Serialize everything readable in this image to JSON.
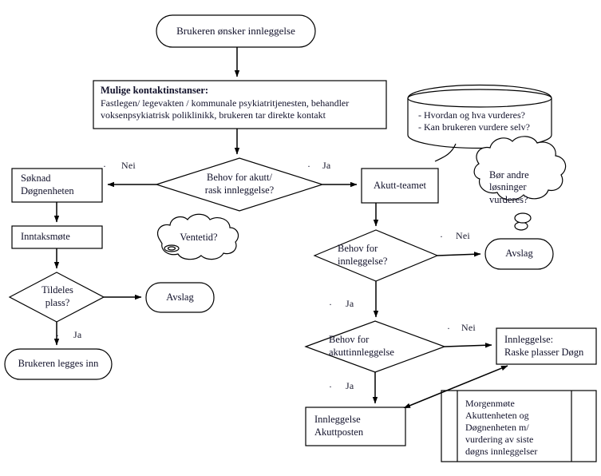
{
  "diagram": {
    "title": "Pasientforlop innleggelse flytskjema",
    "language": "no",
    "colors": {
      "stroke": "#000000",
      "fill": "#ffffff",
      "text": "#11112a"
    }
  },
  "nodes": {
    "start": {
      "name": "brukeren-onsker-innleggelse",
      "shape": "rounded-terminator",
      "text": "Brukeren ønsker innleggelse"
    },
    "kontaktinstanser": {
      "name": "mulige-kontaktinstanser",
      "shape": "rectangle",
      "heading": "Mulige kontaktinstanser:",
      "body": "Fastlegen/ legevakten / kommunale psykiatritjenesten, behandler\nvoksenpsykiatrisk poliklinikk, brukeren tar direkte kontakt"
    },
    "vurderes_callout": {
      "name": "hvordan-og-hva-vurderes-callout",
      "shape": "cylinder-callout",
      "line1": "- Hvordan og hva vurderes?",
      "line2": "- Kan brukeren vurdere selv?"
    },
    "behov_akutt": {
      "name": "behov-for-akutt-rask-innleggelse-decision",
      "shape": "diamond",
      "text": "Behov for akutt/\nrask innleggelse?"
    },
    "soknad": {
      "name": "soknad-dognenheten",
      "shape": "rectangle",
      "text": "Søknad\nDøgnenheten"
    },
    "inntaksmote": {
      "name": "inntaksmote",
      "shape": "rectangle",
      "text": "Inntaksmøte"
    },
    "ventetid": {
      "name": "ventetid-thought-cloud",
      "shape": "cloud",
      "text": "Ventetid?"
    },
    "tildeles_plass": {
      "name": "tildeles-plass-decision",
      "shape": "diamond",
      "text": "Tildeles\nplass?"
    },
    "avslag_venstre": {
      "name": "avslag-venstre",
      "shape": "rounded-terminator",
      "text": "Avslag"
    },
    "brukeren_legges_inn": {
      "name": "brukeren-legges-inn",
      "shape": "rounded-terminator",
      "text": "Brukeren legges inn"
    },
    "akutt_teamet": {
      "name": "akutt-teamet",
      "shape": "rectangle",
      "text": "Akutt-teamet"
    },
    "bor_andre": {
      "name": "bor-andre-losninger-vurderes-thought-cloud",
      "shape": "cloud",
      "text": "Bør andre\nløsninger\nvurderes?"
    },
    "behov_innleggelse": {
      "name": "behov-for-innleggelse-decision",
      "shape": "diamond",
      "text": "Behov for\ninnleggelse?"
    },
    "avslag_hoyre": {
      "name": "avslag-hoyre",
      "shape": "rounded-terminator",
      "text": "Avslag"
    },
    "behov_akuttinnleggelse": {
      "name": "behov-for-akuttinnleggelse-decision",
      "shape": "diamond",
      "text": "Behov for\nakuttinnleggelse"
    },
    "raske_plasser": {
      "name": "innleggelse-raske-plasser-dogn",
      "shape": "rectangle",
      "text": "Innleggelse:\nRaske plasser Døgn"
    },
    "innleggelse_akuttposten": {
      "name": "innleggelse-akuttposten",
      "shape": "rectangle",
      "text": "Innleggelse\nAkuttposten"
    },
    "morgenmote": {
      "name": "morgenmote-akuttenheten-dognenheten",
      "shape": "predefined-process",
      "text": "Morgenmøte\nAkuttenheten og\nDøgnenheten m/\nvurdering av siste\ndøgns innleggelser"
    }
  },
  "edge_labels": {
    "nei_akutt": "Nei",
    "ja_akutt": "Ja",
    "ja_tildeles": "Ja",
    "nei_behov_innleggelse": "Nei",
    "ja_behov_innleggelse": "Ja",
    "nei_akuttinnleggelse": "Nei",
    "ja_akuttinnleggelse": "Ja",
    "dot": "·"
  }
}
